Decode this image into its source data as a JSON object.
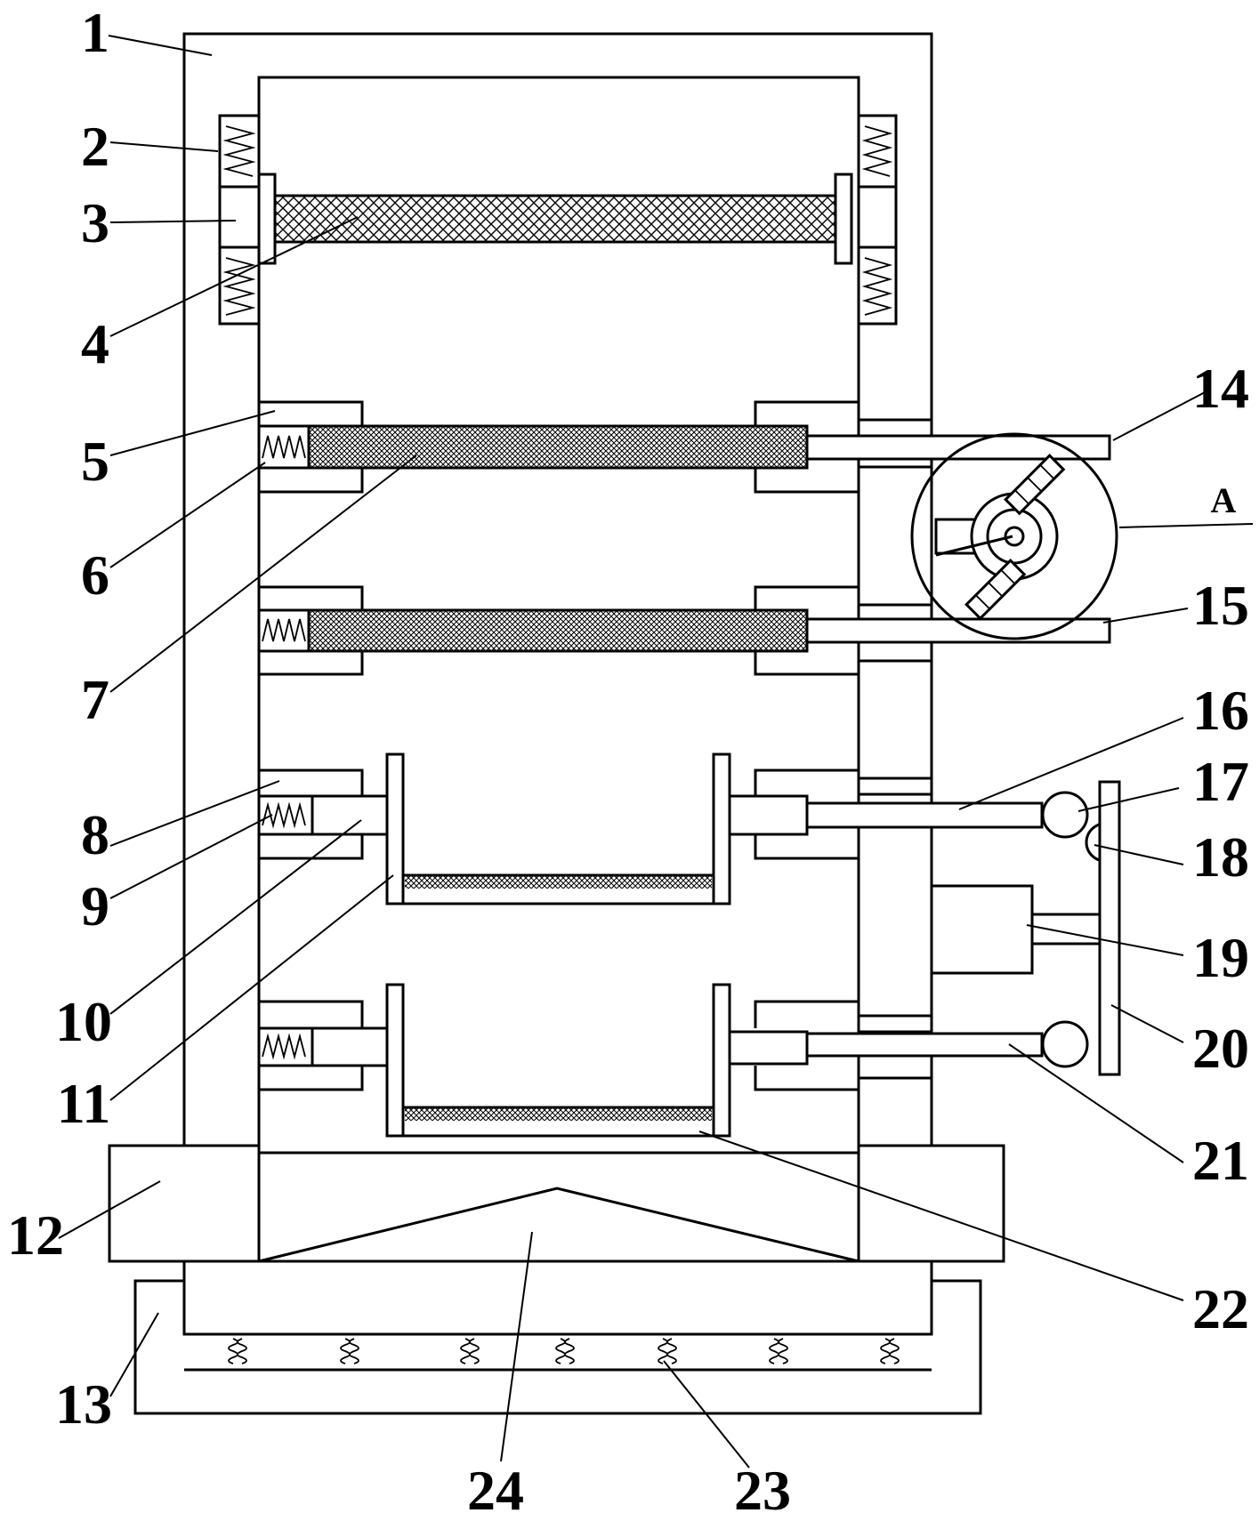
{
  "figure": {
    "background": "#ffffff",
    "line_color": "#000000",
    "labels": [
      {
        "id": "1",
        "text": "1"
      },
      {
        "id": "2",
        "text": "2"
      },
      {
        "id": "3",
        "text": "3"
      },
      {
        "id": "4",
        "text": "4"
      },
      {
        "id": "5",
        "text": "5"
      },
      {
        "id": "6",
        "text": "6"
      },
      {
        "id": "7",
        "text": "7"
      },
      {
        "id": "8",
        "text": "8"
      },
      {
        "id": "9",
        "text": "9"
      },
      {
        "id": "10",
        "text": "10"
      },
      {
        "id": "11",
        "text": "11"
      },
      {
        "id": "12",
        "text": "12"
      },
      {
        "id": "13",
        "text": "13"
      },
      {
        "id": "14",
        "text": "14"
      },
      {
        "id": "15",
        "text": "15"
      },
      {
        "id": "16",
        "text": "16"
      },
      {
        "id": "17",
        "text": "17"
      },
      {
        "id": "18",
        "text": "18"
      },
      {
        "id": "19",
        "text": "19"
      },
      {
        "id": "20",
        "text": "20"
      },
      {
        "id": "21",
        "text": "21"
      },
      {
        "id": "22",
        "text": "22"
      },
      {
        "id": "23",
        "text": "23"
      },
      {
        "id": "24",
        "text": "24"
      },
      {
        "id": "A",
        "text": "A"
      }
    ]
  }
}
